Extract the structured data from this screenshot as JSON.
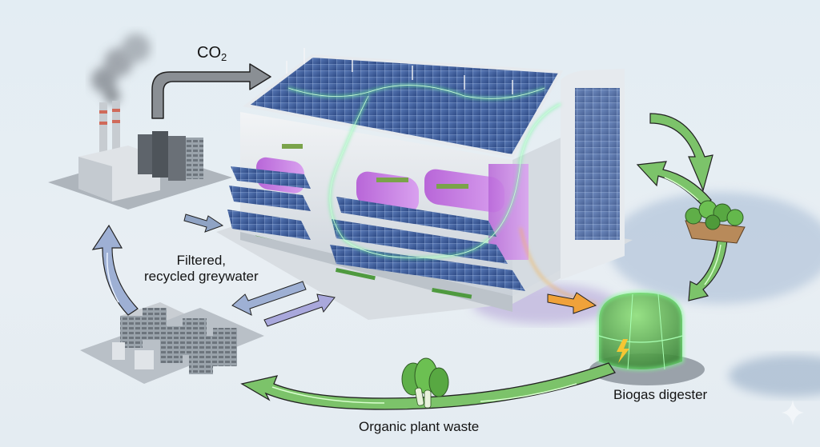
{
  "diagram": {
    "title": "Circular-economy solar vertical farm",
    "nodes": [
      {
        "id": "factory",
        "label": "Factory with smokestacks",
        "type": "co2-source"
      },
      {
        "id": "vertical-farm",
        "label": "Solar-powered vertical farm building",
        "type": "hub"
      },
      {
        "id": "produce",
        "label": "Basket of leafy greens",
        "type": "output"
      },
      {
        "id": "biogas-digester",
        "label": "Biogas digester",
        "type": "processor"
      },
      {
        "id": "water-treatment",
        "label": "Water treatment / filtration units",
        "type": "processor"
      }
    ],
    "labels": {
      "co2_main": "CO",
      "co2_sub": "2",
      "greywater_line1": "Filtered,",
      "greywater_line2": "recycled greywater",
      "biogas": "Biogas digester",
      "organic_waste": "Organic plant waste"
    },
    "flows": [
      {
        "from": "factory",
        "to": "vertical-farm",
        "label": "CO2",
        "color": "#8a8f94"
      },
      {
        "from": "factory",
        "to": "vertical-farm",
        "label": "",
        "color": "#8fa3c4"
      },
      {
        "from": "water-treatment",
        "to": "vertical-farm",
        "label": "Filtered, recycled greywater",
        "color": "#a9a8dc"
      },
      {
        "from": "vertical-farm",
        "to": "water-treatment",
        "label": "",
        "color": "#9eb0d4"
      },
      {
        "from": "water-treatment",
        "to": "factory",
        "label": "",
        "color": "#9eb0d4"
      },
      {
        "from": "vertical-farm",
        "to": "produce",
        "label": "",
        "color": "#7cc36a"
      },
      {
        "from": "produce",
        "to": "vertical-farm",
        "label": "",
        "color": "#7cc36a"
      },
      {
        "from": "produce",
        "to": "biogas-digester",
        "label": "",
        "color": "#7cc36a"
      },
      {
        "from": "vertical-farm",
        "to": "biogas-digester",
        "label": "",
        "color": "#f0a23a"
      },
      {
        "from": "biogas-digester",
        "to": "water-treatment",
        "label": "Organic plant waste",
        "color": "#7cc36a"
      }
    ],
    "colors": {
      "background": "#e5edf2",
      "solar_panel": "#3f5f9c",
      "grow_light": "#c26ee0",
      "energy_line": "#6ef59a",
      "arrow_green": "#7cc36a",
      "arrow_grey": "#8a8f94",
      "arrow_blue": "#9eb0d4",
      "arrow_orange": "#f0a23a",
      "digester_glow": "#5fe07a"
    }
  }
}
